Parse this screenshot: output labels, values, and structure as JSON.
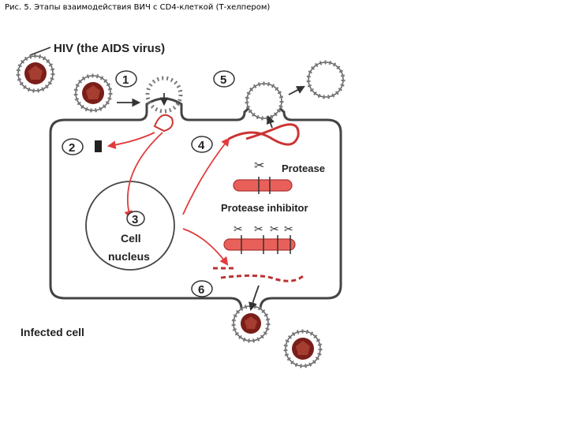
{
  "caption": "Рис. 5. Этапы взаимодействия ВИЧ с CD4-клеткой (Т-хелпером)",
  "labels": {
    "hiv": "HIV (the AIDS virus)",
    "protease": "Protease",
    "protease_inhibitor": "Protease inhibitor",
    "cell": "Cell",
    "nucleus": "nucleus",
    "infected_cell": "Infected cell"
  },
  "steps": [
    "1",
    "2",
    "3",
    "4",
    "5",
    "6"
  ],
  "colors": {
    "virus_core": "#7a1e1a",
    "virus_spikes": "#555555",
    "arrow": "#e23b3b",
    "protein": "#e9605a",
    "membrane": "#444444"
  }
}
